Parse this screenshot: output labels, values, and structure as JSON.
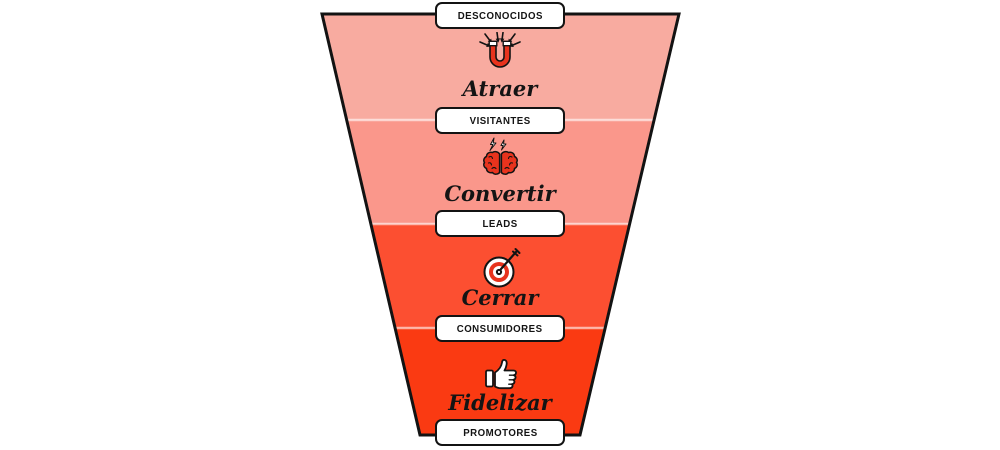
{
  "diagram": {
    "audience_bands": [
      {
        "label": "DESCONOCIDOS"
      },
      {
        "label": "VISITANTES"
      },
      {
        "label": "LEADS"
      },
      {
        "label": "CONSUMIDORES"
      },
      {
        "label": "PROMOTORES"
      }
    ],
    "stages": [
      {
        "name": "Atraer",
        "icon": "magnet-icon",
        "color": "#F8ABA0"
      },
      {
        "name": "Convertir",
        "icon": "brain-icon",
        "color": "#FA978B"
      },
      {
        "name": "Cerrar",
        "icon": "target-icon",
        "color": "#FC4F31"
      },
      {
        "name": "Fidelizar",
        "icon": "thumbs-up-icon",
        "color": "#FA3A12"
      }
    ],
    "colors": {
      "outline": "#131313",
      "divider": "#FFFFFF",
      "label_box_bg": "#FFFFFF",
      "label_box_border": "#131313",
      "label_text": "#131313",
      "stage_text": "#141414",
      "icon_red": "#E8331D",
      "background": "#FFFFFF"
    }
  }
}
